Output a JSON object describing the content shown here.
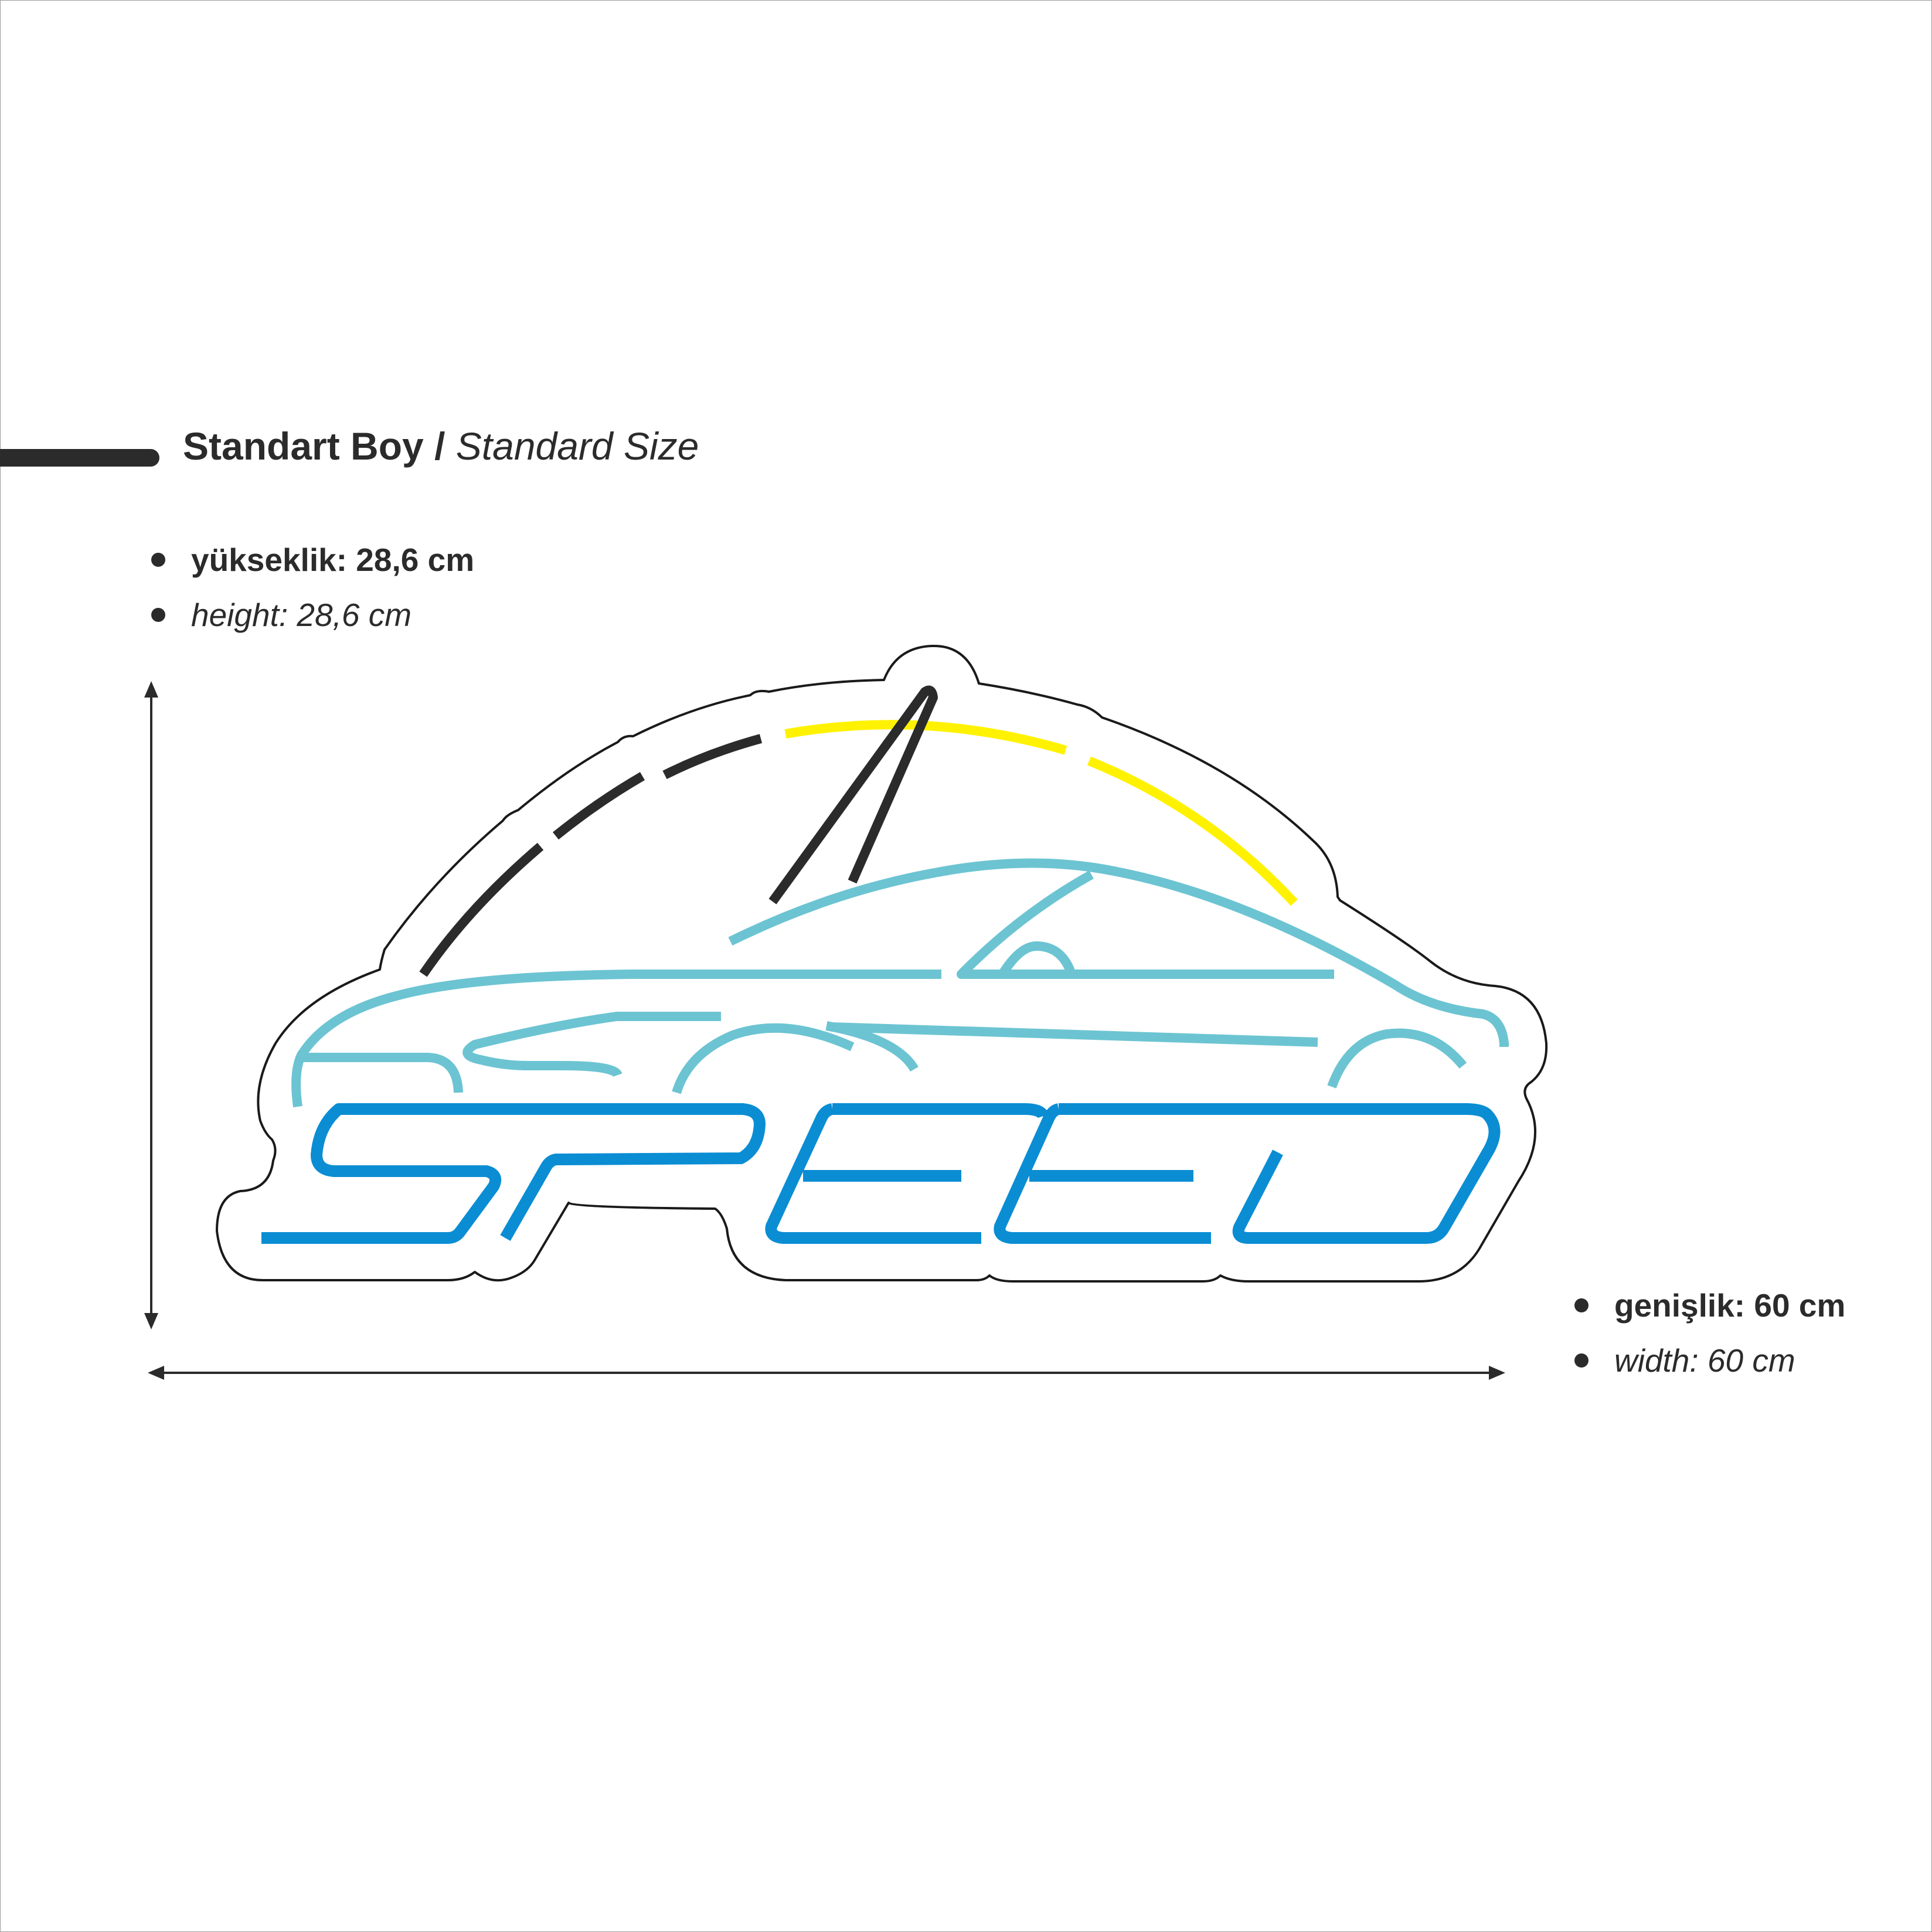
{
  "title": {
    "bold": "Standart Boy /",
    "italic": "Standard Size"
  },
  "height": {
    "tr": "yükseklik: 28,6 cm",
    "en": "height: 28,6 cm"
  },
  "width": {
    "tr": "genişlik: 60 cm",
    "en": "width: 60 cm"
  },
  "sign": {
    "text": "SPEED",
    "colors": {
      "dark": "#2b2b2b",
      "yellow": "#fff200",
      "cyan": "#6cc4d2",
      "blue": "#0a8dd3",
      "outline": "#1a1a1a"
    }
  }
}
